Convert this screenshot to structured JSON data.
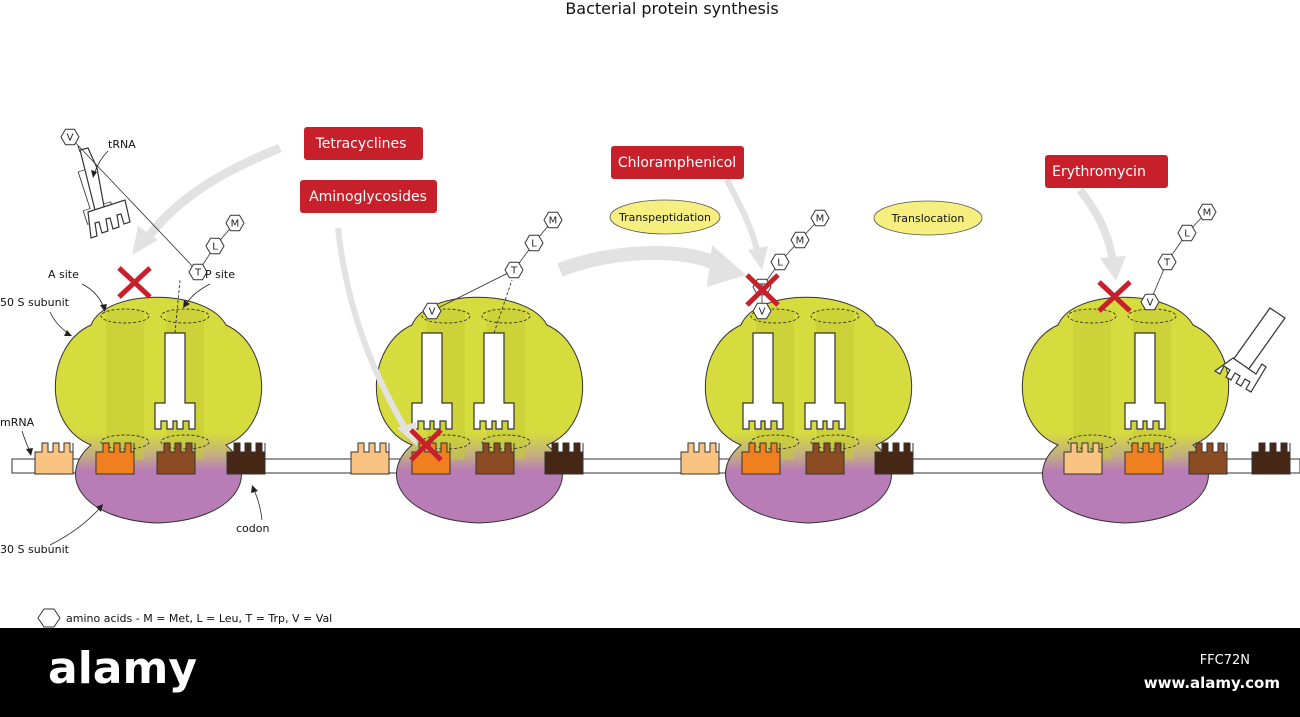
{
  "title": "Bacterial protein synthesis",
  "drugs": {
    "tetracyclines": "Tetracyclines",
    "aminoglycosides": "Aminoglycosides",
    "chloramphenicol": "Chloramphenicol",
    "erythromycin": "Erythromycin"
  },
  "steps": {
    "transpeptidation": "Transpeptidation",
    "translocation": "Translocation"
  },
  "labels": {
    "trna": "tRNA",
    "a_site": "A site",
    "p_site": "P site",
    "subunit_50s": "50 S subunit",
    "mrna": "mRNA",
    "subunit_30s": "30 S subunit",
    "codon": "codon"
  },
  "amino_acids": {
    "m": "M",
    "l": "L",
    "t": "T",
    "v": "V"
  },
  "legend": "amino acids - M = Met, L = Leu, T = Trp, V = Val",
  "watermark": {
    "logo": "alamy",
    "image_id": "FFC72N",
    "url": "www.alamy.com"
  },
  "colors": {
    "subunit_50s": "#d6dc3e",
    "subunit_30s": "#b87cb6",
    "drug_box": "#c8202a",
    "step_ellipse": "#f6ee7e",
    "inhibition_cross": "#c8202a",
    "arrow": "#e2e2e2",
    "codon_1": "#f9c382",
    "codon_2": "#f07f1f",
    "codon_3": "#8b4c24",
    "codon_4": "#462715"
  }
}
